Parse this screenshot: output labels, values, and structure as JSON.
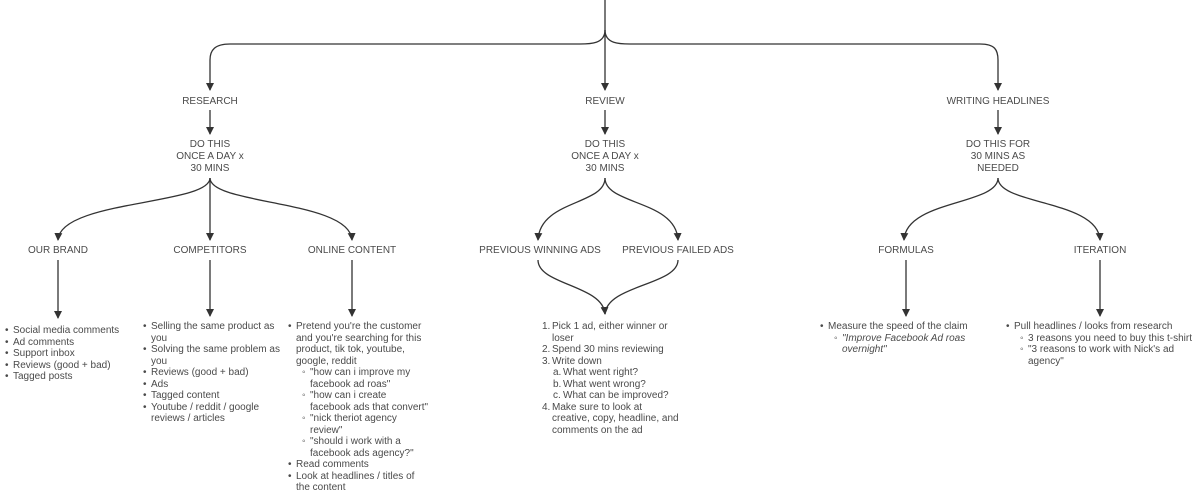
{
  "nodes": {
    "research": "RESEARCH",
    "review": "REVIEW",
    "writing_headlines": "WRITING HEADLINES",
    "research_freq": [
      "DO THIS",
      "ONCE A DAY x",
      "30 MINS"
    ],
    "review_freq": [
      "DO THIS",
      "ONCE A DAY x",
      "30 MINS"
    ],
    "headlines_freq": [
      "DO THIS FOR",
      "30 MINS AS",
      "NEEDED"
    ],
    "our_brand": "OUR BRAND",
    "competitors": "COMPETITORS",
    "online_content": "ONLINE CONTENT",
    "previous_winning_ads": "PREVIOUS WINNING ADS",
    "previous_failed_ads": "PREVIOUS FAILED ADS",
    "formulas": "FORMULAS",
    "iteration": "ITERATION"
  },
  "lists": {
    "our_brand": [
      "Social media comments",
      "Ad comments",
      "Support inbox",
      "Reviews (good + bad)",
      "Tagged posts"
    ],
    "competitors": [
      "Selling the same product as",
      "you",
      "Solving the same problem as",
      "you",
      "Reviews (good + bad)",
      "Ads",
      "Tagged content",
      "Youtube / reddit / google",
      "reviews / articles"
    ],
    "online_content": {
      "item1": [
        "Pretend you're the customer",
        "and you're searching for this",
        "product, tik tok, youtube,",
        "google, reddit"
      ],
      "sub": [
        [
          "\"how can i improve my",
          "facebook ad roas\""
        ],
        [
          "\"how can i create",
          "facebook ads that convert\""
        ],
        [
          "\"nick theriot agency",
          "review\""
        ],
        [
          "\"should i work with a",
          "facebook ads agency?\""
        ]
      ],
      "item2": "Read comments",
      "item3": [
        "Look at headlines / titles of",
        "the content"
      ]
    },
    "review": {
      "nums": [
        "1.",
        "2.",
        "3.",
        "4."
      ],
      "item1": [
        "Pick 1 ad, either winner or",
        "loser"
      ],
      "item2": "Spend 30 mins reviewing",
      "item3": "Write down",
      "sub_nums": [
        "a.",
        "b.",
        "c."
      ],
      "sub": [
        "What went right?",
        "What went wrong?",
        "What can be improved?"
      ],
      "item4": [
        "Make sure to look at",
        "creative, copy, headline, and",
        "comments on the ad"
      ]
    },
    "formulas": {
      "item": "Measure the speed of the claim",
      "sub": "\"Improve Facebook Ad roas overnight\""
    },
    "iteration": {
      "item": "Pull headlines / looks from research",
      "sub": [
        "3 reasons you need to buy this t-shirt",
        "\"3 reasons to work with Nick's ad agency\""
      ]
    }
  }
}
